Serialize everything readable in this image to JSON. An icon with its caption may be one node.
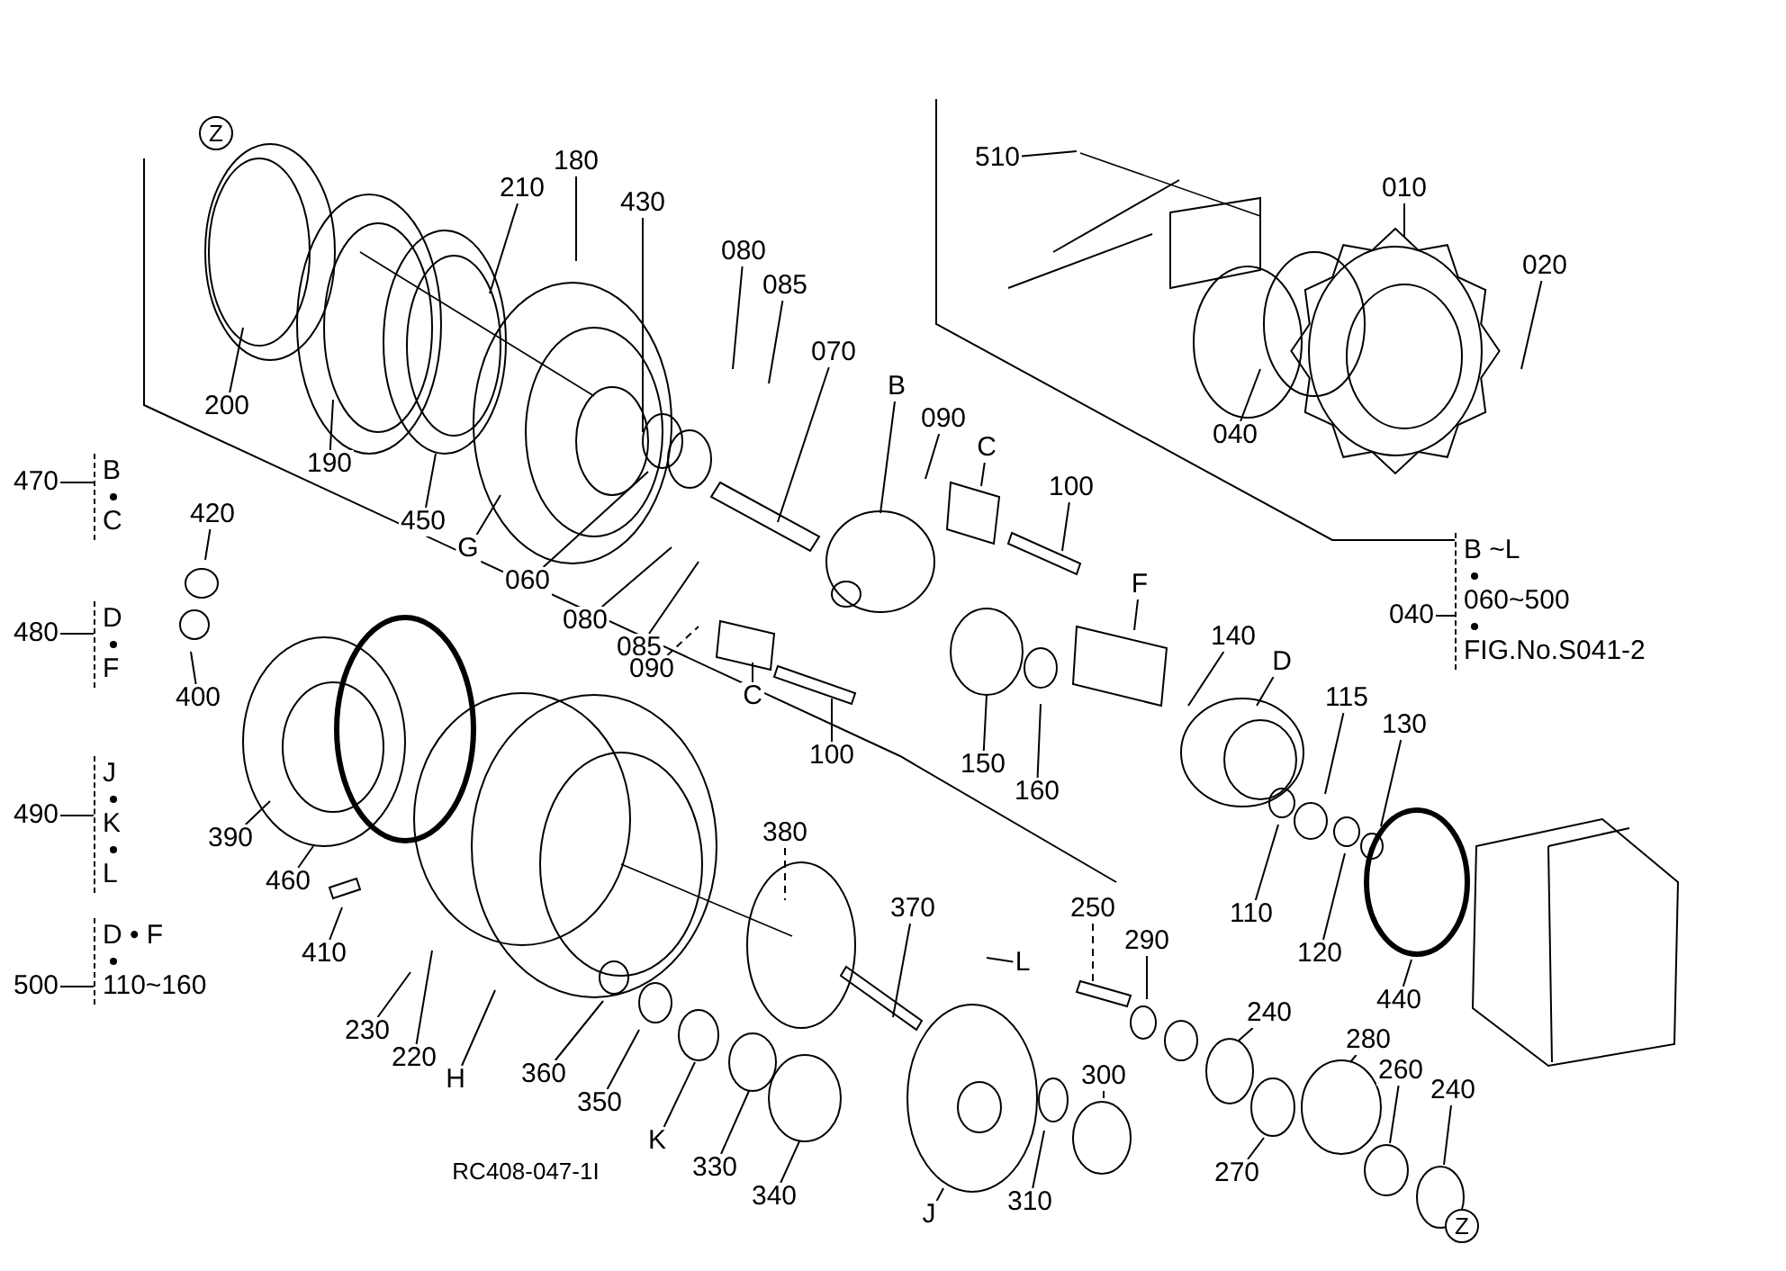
{
  "diagram": {
    "nodes": [
      {
        "text": [
          "510"
        ]
      },
      {
        "text": [
          "010"
        ]
      },
      {
        "text": [
          "020"
        ]
      },
      {
        "text": [
          "040"
        ]
      },
      {
        "text": [
          "180"
        ]
      },
      {
        "text": [
          "210"
        ]
      },
      {
        "text": [
          "430"
        ]
      },
      {
        "text": [
          "080"
        ]
      },
      {
        "text": [
          "085"
        ]
      },
      {
        "text": [
          "070"
        ]
      },
      {
        "text": [
          "200"
        ]
      },
      {
        "text": [
          "190"
        ]
      },
      {
        "text": [
          "450"
        ]
      },
      {
        "text": [
          "G"
        ]
      },
      {
        "text": [
          "060"
        ]
      },
      {
        "text": [
          "080"
        ]
      },
      {
        "text": [
          "085"
        ]
      },
      {
        "text": [
          "B"
        ]
      },
      {
        "text": [
          "090"
        ]
      },
      {
        "text": [
          "C"
        ]
      },
      {
        "text": [
          "100"
        ]
      },
      {
        "text": [
          "090"
        ]
      },
      {
        "text": [
          "C"
        ]
      },
      {
        "text": [
          "100"
        ]
      },
      {
        "text": [
          "420"
        ]
      },
      {
        "text": [
          "400"
        ]
      },
      {
        "text": [
          "F"
        ]
      },
      {
        "text": [
          "140"
        ]
      },
      {
        "text": [
          "D"
        ]
      },
      {
        "text": [
          "150"
        ]
      },
      {
        "text": [
          "160"
        ]
      },
      {
        "text": [
          "115"
        ]
      },
      {
        "text": [
          "130"
        ]
      },
      {
        "text": [
          "110"
        ]
      },
      {
        "text": [
          "120"
        ]
      },
      {
        "text": [
          "440"
        ]
      },
      {
        "text": [
          "390"
        ]
      },
      {
        "text": [
          "460"
        ]
      },
      {
        "text": [
          "410"
        ]
      },
      {
        "text": [
          "380"
        ]
      },
      {
        "text": [
          "370"
        ]
      },
      {
        "text": [
          "250"
        ]
      },
      {
        "text": [
          "290"
        ]
      },
      {
        "text": [
          "230"
        ]
      },
      {
        "text": [
          "220"
        ]
      },
      {
        "text": [
          "H"
        ]
      },
      {
        "text": [
          "360"
        ]
      },
      {
        "text": [
          "350"
        ]
      },
      {
        "text": [
          "K"
        ]
      },
      {
        "text": [
          "330"
        ]
      },
      {
        "text": [
          "340"
        ]
      },
      {
        "text": [
          "J"
        ]
      },
      {
        "text": [
          "310"
        ]
      },
      {
        "text": [
          "300"
        ]
      },
      {
        "text": [
          "240"
        ]
      },
      {
        "text": [
          "270"
        ]
      },
      {
        "text": [
          "280"
        ]
      },
      {
        "text": [
          "260"
        ]
      },
      {
        "text": [
          "240"
        ]
      },
      {
        "text": [
          "L"
        ]
      },
      {
        "text": [
          "470"
        ]
      },
      {
        "text": [
          "B",
          "C"
        ]
      },
      {
        "text": [
          "480"
        ]
      },
      {
        "text": [
          "D",
          "F"
        ]
      },
      {
        "text": [
          "490"
        ]
      },
      {
        "text": [
          "J",
          "K",
          "L"
        ]
      },
      {
        "text": [
          "500"
        ]
      },
      {
        "text": [
          "D • F",
          "110~160"
        ]
      },
      {
        "text": [
          "040"
        ]
      },
      {
        "text": [
          "B ~L",
          "060~500",
          "FIG.No.S041-2"
        ]
      }
    ],
    "edges": [
      {
        "from": 0,
        "to": null,
        "arrow": "none"
      },
      {
        "from": 1,
        "to": null,
        "arrow": "none"
      },
      {
        "from": 2,
        "to": null,
        "arrow": "none"
      },
      {
        "from": 3,
        "to": null,
        "arrow": "none"
      },
      {
        "from": 4,
        "to": null,
        "arrow": "none"
      },
      {
        "from": 5,
        "to": null,
        "arrow": "none"
      },
      {
        "from": 6,
        "to": null,
        "arrow": "none"
      },
      {
        "from": 7,
        "to": null,
        "arrow": "none"
      },
      {
        "from": 8,
        "to": null,
        "arrow": "none"
      },
      {
        "from": 9,
        "to": null,
        "arrow": "none"
      },
      {
        "from": 10,
        "to": null,
        "arrow": "none"
      },
      {
        "from": 11,
        "to": null,
        "arrow": "none"
      },
      {
        "from": 12,
        "to": null,
        "arrow": "none"
      },
      {
        "from": 13,
        "to": null,
        "arrow": "none"
      },
      {
        "from": 14,
        "to": null,
        "arrow": "none"
      },
      {
        "from": 15,
        "to": null,
        "arrow": "none"
      },
      {
        "from": 16,
        "to": null,
        "arrow": "none"
      },
      {
        "from": 17,
        "to": null,
        "arrow": "none"
      },
      {
        "from": 18,
        "to": null,
        "arrow": "none"
      },
      {
        "from": 19,
        "to": null,
        "arrow": "none"
      },
      {
        "from": 20,
        "to": null,
        "arrow": "none"
      },
      {
        "from": 21,
        "to": null,
        "arrow": "none",
        "style": "dashed"
      },
      {
        "from": 22,
        "to": null,
        "arrow": "none"
      },
      {
        "from": 23,
        "to": null,
        "arrow": "none"
      },
      {
        "from": 24,
        "to": null,
        "arrow": "none"
      },
      {
        "from": 25,
        "to": null,
        "arrow": "none"
      },
      {
        "from": 26,
        "to": null,
        "arrow": "none"
      },
      {
        "from": 27,
        "to": null,
        "arrow": "none"
      },
      {
        "from": 28,
        "to": null,
        "arrow": "none"
      },
      {
        "from": 29,
        "to": null,
        "arrow": "none"
      },
      {
        "from": 30,
        "to": null,
        "arrow": "none"
      },
      {
        "from": 31,
        "to": null,
        "arrow": "none"
      },
      {
        "from": 32,
        "to": null,
        "arrow": "none"
      },
      {
        "from": 33,
        "to": null,
        "arrow": "none"
      },
      {
        "from": 34,
        "to": null,
        "arrow": "none"
      },
      {
        "from": 35,
        "to": null,
        "arrow": "none"
      },
      {
        "from": 36,
        "to": null,
        "arrow": "none"
      },
      {
        "from": 37,
        "to": null,
        "arrow": "none"
      },
      {
        "from": 38,
        "to": null,
        "arrow": "none"
      },
      {
        "from": 39,
        "to": null,
        "arrow": "none",
        "style": "dashed"
      },
      {
        "from": 40,
        "to": null,
        "arrow": "none"
      },
      {
        "from": 41,
        "to": null,
        "arrow": "none",
        "style": "dashed"
      },
      {
        "from": 42,
        "to": null,
        "arrow": "none"
      },
      {
        "from": 43,
        "to": null,
        "arrow": "none"
      },
      {
        "from": 44,
        "to": null,
        "arrow": "none"
      },
      {
        "from": 45,
        "to": null,
        "arrow": "none"
      },
      {
        "from": 46,
        "to": null,
        "arrow": "none"
      },
      {
        "from": 47,
        "to": null,
        "arrow": "none"
      },
      {
        "from": 48,
        "to": null,
        "arrow": "none"
      },
      {
        "from": 49,
        "to": null,
        "arrow": "none"
      },
      {
        "from": 50,
        "to": null,
        "arrow": "none"
      },
      {
        "from": 51,
        "to": null,
        "arrow": "none"
      },
      {
        "from": 52,
        "to": null,
        "arrow": "none"
      },
      {
        "from": 53,
        "to": null,
        "arrow": "none"
      },
      {
        "from": 54,
        "to": null,
        "arrow": "none"
      },
      {
        "from": 55,
        "to": null,
        "arrow": "none"
      },
      {
        "from": 56,
        "to": null,
        "arrow": "none"
      },
      {
        "from": 57,
        "to": null,
        "arrow": "none"
      },
      {
        "from": 58,
        "to": null,
        "arrow": "none"
      },
      {
        "from": 59,
        "to": null,
        "arrow": "none"
      },
      {
        "from": 60,
        "to": 61,
        "arrow": "none"
      },
      {
        "from": 62,
        "to": 63,
        "arrow": "none"
      },
      {
        "from": 64,
        "to": 65,
        "arrow": "none"
      },
      {
        "from": 66,
        "to": 67,
        "arrow": "none"
      },
      {
        "from": 68,
        "to": 69,
        "arrow": "none"
      }
    ],
    "labels": [
      "Z",
      "RC408-047-1I",
      "Z"
    ]
  }
}
